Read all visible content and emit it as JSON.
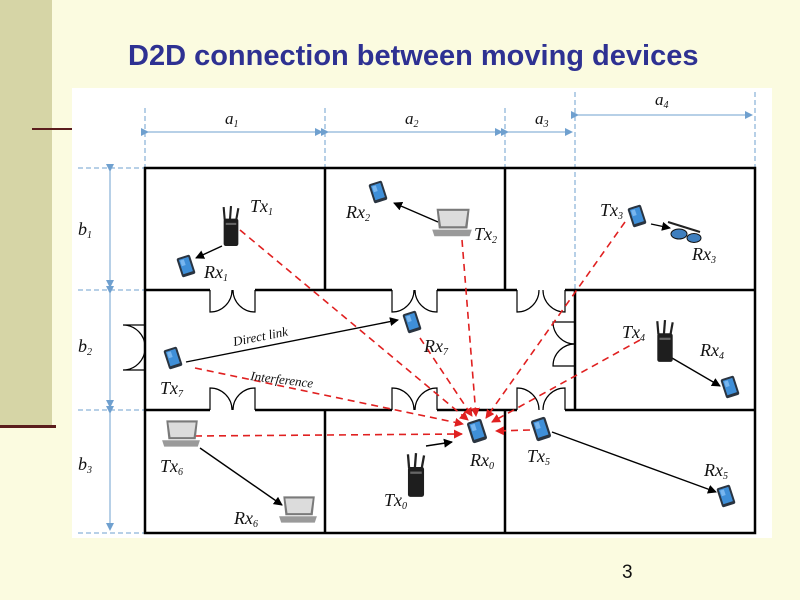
{
  "slide": {
    "title": "D2D connection between moving devices",
    "page_number": "3"
  },
  "diagram": {
    "dimensions": {
      "a1": {
        "letter": "a",
        "sub": "1"
      },
      "a2": {
        "letter": "a",
        "sub": "2"
      },
      "a3": {
        "letter": "a",
        "sub": "3"
      },
      "a4": {
        "letter": "a",
        "sub": "4"
      },
      "b1": {
        "letter": "b",
        "sub": "1"
      },
      "b2": {
        "letter": "b",
        "sub": "2"
      },
      "b3": {
        "letter": "b",
        "sub": "3"
      }
    },
    "labels": {
      "tx1": {
        "letter": "Tx",
        "sub": "1"
      },
      "rx1": {
        "letter": "Rx",
        "sub": "1"
      },
      "tx2": {
        "letter": "Tx",
        "sub": "2"
      },
      "rx2": {
        "letter": "Rx",
        "sub": "2"
      },
      "tx3": {
        "letter": "Tx",
        "sub": "3"
      },
      "rx3": {
        "letter": "Rx",
        "sub": "3"
      },
      "tx4": {
        "letter": "Tx",
        "sub": "4"
      },
      "rx4": {
        "letter": "Rx",
        "sub": "4"
      },
      "tx5": {
        "letter": "Tx",
        "sub": "5"
      },
      "rx5": {
        "letter": "Rx",
        "sub": "5"
      },
      "tx6": {
        "letter": "Tx",
        "sub": "6"
      },
      "rx6": {
        "letter": "Rx",
        "sub": "6"
      },
      "tx7": {
        "letter": "Tx",
        "sub": "7"
      },
      "rx7": {
        "letter": "Rx",
        "sub": "7"
      },
      "tx0": {
        "letter": "Tx",
        "sub": "0"
      },
      "rx0": {
        "letter": "Rx",
        "sub": "0"
      }
    },
    "link_labels": {
      "direct": "Direct link",
      "interference": "Interference"
    }
  },
  "colors": {
    "title": "#2e3192",
    "dimension_lines": "#6fa0cf",
    "interference": "#e02020",
    "walls": "#000000",
    "device_screen": "#3f8fd8"
  }
}
